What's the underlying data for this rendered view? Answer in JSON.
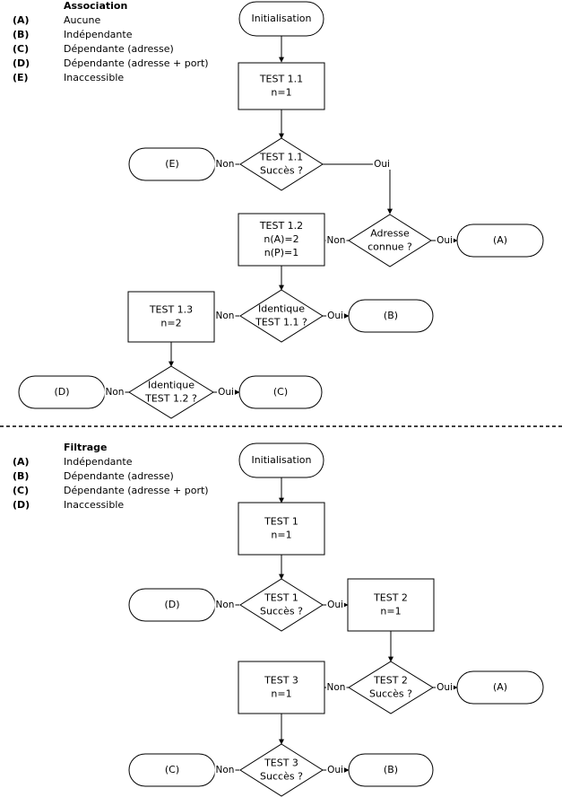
{
  "association": {
    "legend": {
      "title": "Association",
      "items": [
        {
          "key": "(A)",
          "label": "Aucune"
        },
        {
          "key": "(B)",
          "label": "Indépendante"
        },
        {
          "key": "(C)",
          "label": "Dépendante (adresse)"
        },
        {
          "key": "(D)",
          "label": "Dépendante (adresse + port)"
        },
        {
          "key": "(E)",
          "label": "Inaccessible"
        }
      ]
    },
    "nodes": {
      "init": "Initialisation",
      "test11": [
        "TEST 1.1",
        "n=1"
      ],
      "dec11": [
        "TEST 1.1",
        "Succès ?"
      ],
      "resE": "(E)",
      "test12": [
        "TEST 1.2",
        "n(A)=2",
        "n(P)=1"
      ],
      "decAddr": [
        "Adresse",
        "connue ?"
      ],
      "resA": "(A)",
      "test13": [
        "TEST 1.3",
        "n=2"
      ],
      "decId11": [
        "Identique",
        "TEST 1.1 ?"
      ],
      "resB": "(B)",
      "decId12": [
        "Identique",
        "TEST 1.2 ?"
      ],
      "resD": "(D)",
      "resC": "(C)"
    }
  },
  "filtrage": {
    "legend": {
      "title": "Filtrage",
      "items": [
        {
          "key": "(A)",
          "label": "Indépendante"
        },
        {
          "key": "(B)",
          "label": "Dépendante (adresse)"
        },
        {
          "key": "(C)",
          "label": "Dépendante (adresse + port)"
        },
        {
          "key": "(D)",
          "label": "Inaccessible"
        }
      ]
    },
    "nodes": {
      "init": "Initialisation",
      "test1": [
        "TEST 1",
        "n=1"
      ],
      "dec1": [
        "TEST 1",
        "Succès ?"
      ],
      "resD": "(D)",
      "test2": [
        "TEST 2",
        "n=1"
      ],
      "dec2": [
        "TEST 2",
        "Succès ?"
      ],
      "test3": [
        "TEST 3",
        "n=1"
      ],
      "resA": "(A)",
      "dec3": [
        "TEST 3",
        "Succès ?"
      ],
      "resC": "(C)",
      "resB": "(B)"
    }
  },
  "labels": {
    "yes": "Oui",
    "no": "Non"
  },
  "colors": {
    "stroke": "#000000",
    "fill": "#ffffff",
    "text": "#000000"
  }
}
